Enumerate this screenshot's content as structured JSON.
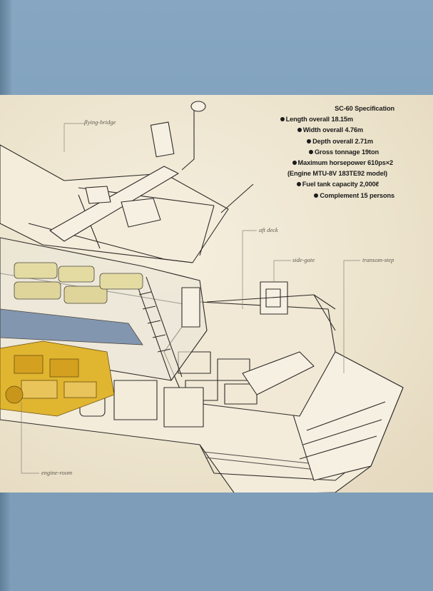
{
  "spec": {
    "title": "SC-60 Specification",
    "items": [
      "Length overall 18.15m",
      "Width overall 4.76m",
      "Depth overall 2.71m",
      "Gross tonnage 19ton",
      "Maximum horsepower 610ps×2",
      "(Engine MTU-8V 183TE92 model)",
      "Fuel tank capacity 2,000ℓ",
      "Complement 15 persons"
    ]
  },
  "callouts": {
    "flying_bridge": "flying-bridge",
    "aft_deck": "aft deck",
    "side_gate": "side-gate",
    "transom_step": "transom-step",
    "engine_room": "engine-room"
  },
  "colors": {
    "page_blue": "#7f9fba",
    "panel_cream": "#efe7d2",
    "engine_yellow": "#e0b530",
    "hull_line": "#2e2b28"
  }
}
